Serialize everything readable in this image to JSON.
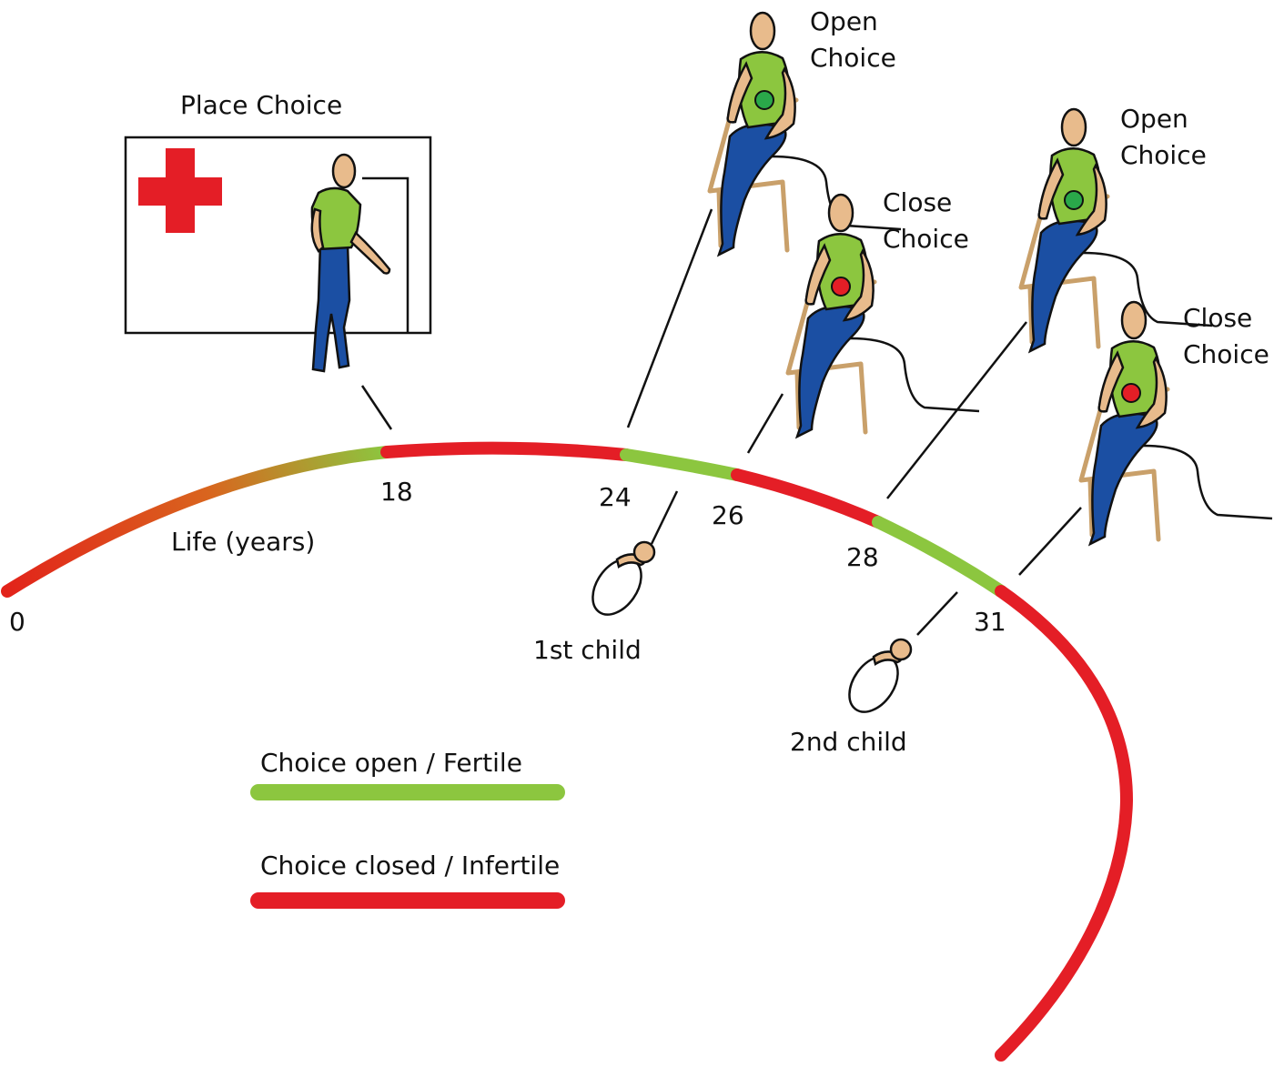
{
  "colors": {
    "open": "#8cc63f",
    "closed": "#e41e26",
    "gradient_start": "#e2231a",
    "skin": "#e8bb8c",
    "shirt": "#8cc63f",
    "pants": "#1b4fa3",
    "cross": "#e41e26",
    "chair": "#c9a06a"
  },
  "timeline": {
    "axis_label": "Life (years)",
    "ticks": [
      {
        "label": "0",
        "age": 0
      },
      {
        "label": "18",
        "age": 18
      },
      {
        "label": "24",
        "age": 24
      },
      {
        "label": "26",
        "age": 26
      },
      {
        "label": "28",
        "age": 28
      },
      {
        "label": "31",
        "age": 31
      }
    ],
    "segments": [
      {
        "from": 0,
        "to": 18,
        "state": "transition"
      },
      {
        "from": 18,
        "to": 24,
        "state": "closed"
      },
      {
        "from": 24,
        "to": 26,
        "state": "open"
      },
      {
        "from": 26,
        "to": 28,
        "state": "closed"
      },
      {
        "from": 28,
        "to": 31,
        "state": "open"
      },
      {
        "from": 31,
        "to": null,
        "state": "closed"
      }
    ]
  },
  "place_choice": {
    "label": "Place Choice",
    "icon": "red-cross-icon"
  },
  "events": {
    "open_choice_1": {
      "line1": "Open",
      "line2": "Choice"
    },
    "close_choice_1": {
      "line1": "Close",
      "line2": "Choice"
    },
    "open_choice_2": {
      "line1": "Open",
      "line2": "Choice"
    },
    "close_choice_2": {
      "line1": "Close",
      "line2": "Choice"
    }
  },
  "children": {
    "first": "1st child",
    "second": "2nd child"
  },
  "legend": {
    "open_label": "Choice open / Fertile",
    "closed_label": "Choice closed / Infertile"
  }
}
